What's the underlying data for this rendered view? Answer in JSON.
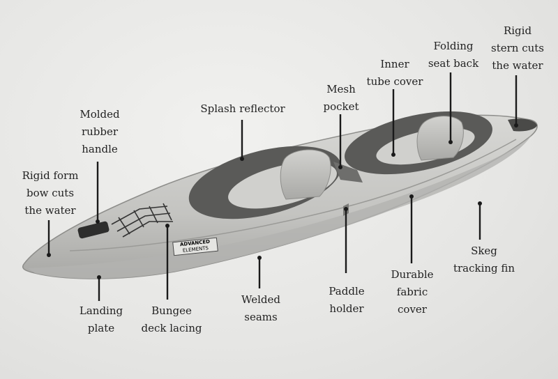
{
  "callouts": [
    {
      "id": "rigid-stern",
      "lines": [
        "Rigid",
        "stern cuts",
        "the water"
      ]
    },
    {
      "id": "folding-seat-back",
      "lines": [
        "Folding",
        "seat back"
      ]
    },
    {
      "id": "inner-tube-cover",
      "lines": [
        "Inner",
        "tube cover"
      ]
    },
    {
      "id": "mesh-pocket",
      "lines": [
        "Mesh",
        "pocket"
      ]
    },
    {
      "id": "splash-reflector",
      "lines": [
        "Splash reflector"
      ]
    },
    {
      "id": "molded-rubber-handle",
      "lines": [
        "Molded",
        "rubber",
        "handle"
      ]
    },
    {
      "id": "rigid-form-bow",
      "lines": [
        "Rigid form",
        "bow cuts",
        "the water"
      ]
    },
    {
      "id": "landing-plate",
      "lines": [
        "Landing",
        "plate"
      ]
    },
    {
      "id": "bungee-deck-lacing",
      "lines": [
        "Bungee",
        "deck lacing"
      ]
    },
    {
      "id": "welded-seams",
      "lines": [
        "Welded",
        "seams"
      ]
    },
    {
      "id": "paddle-holder",
      "lines": [
        "Paddle",
        "holder"
      ]
    },
    {
      "id": "durable-fabric-cover",
      "lines": [
        "Durable",
        "fabric",
        "cover"
      ]
    },
    {
      "id": "skeg-tracking-fin",
      "lines": [
        "Skeg",
        "tracking fin"
      ]
    }
  ],
  "hull_logo": {
    "brand_top": "ADVANCED",
    "brand_bottom": "ELEMENTS"
  },
  "colors": {
    "background": "#e9e9e7",
    "hull": "#c9c9c6",
    "cockpit": "#555553",
    "seat": "#bdbdba",
    "text": "#222222"
  }
}
